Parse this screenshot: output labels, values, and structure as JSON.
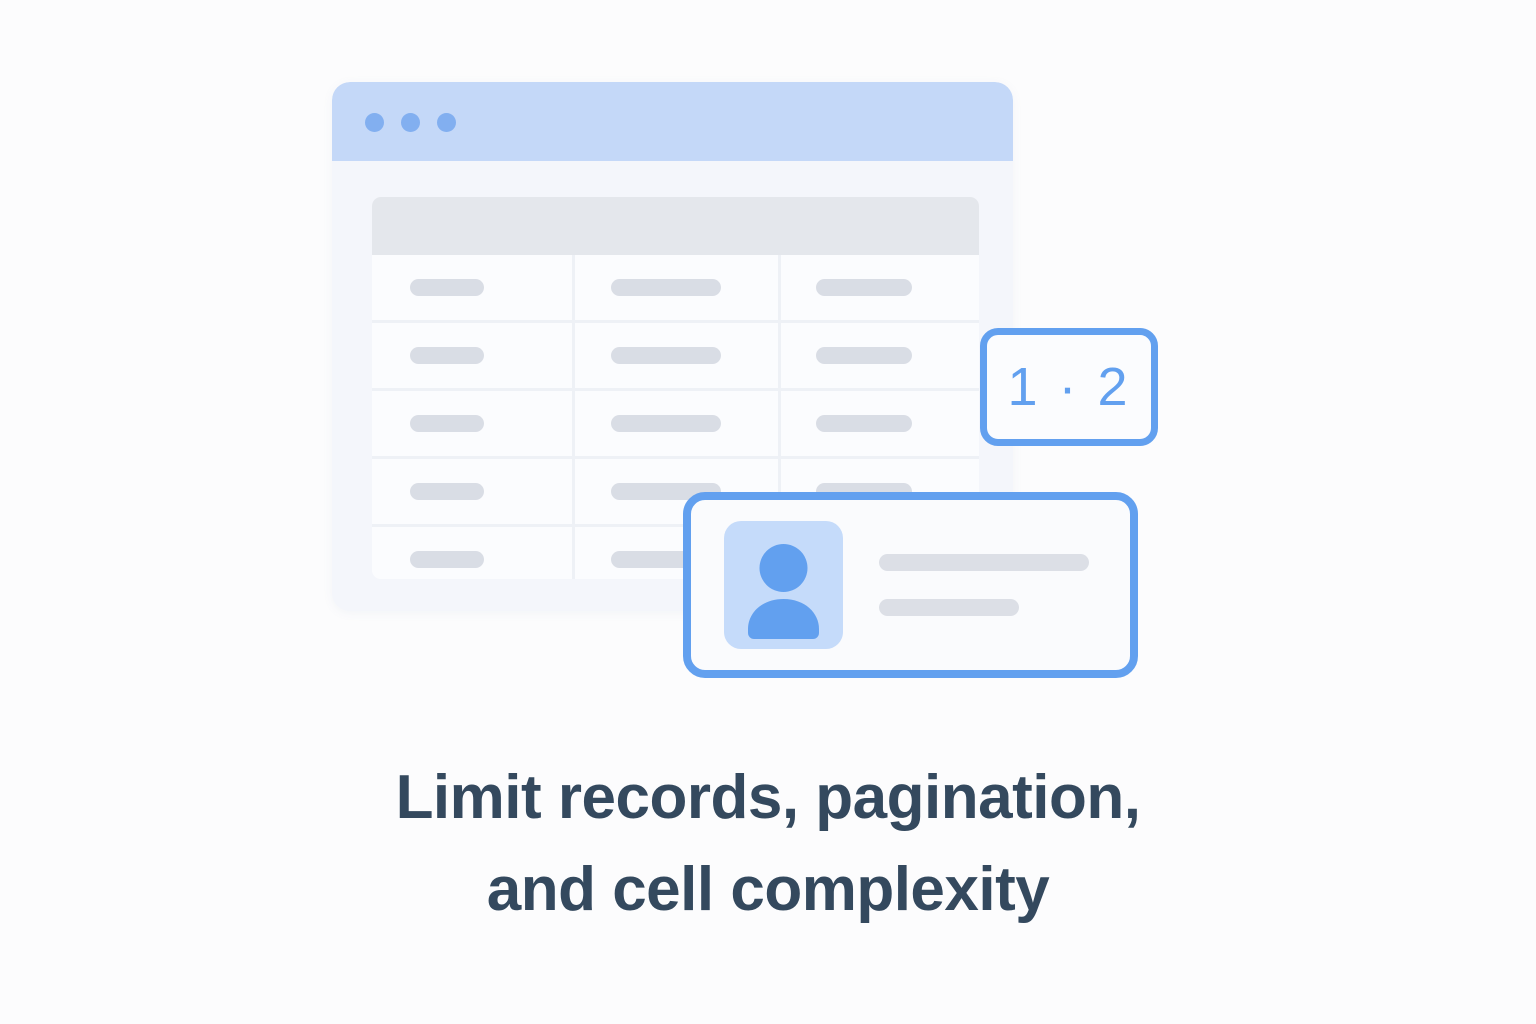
{
  "background_color": "#fcfcfd",
  "accent_color": "#62a0ef",
  "caption": {
    "line1": "Limit records, pagination,",
    "line2": "and cell complexity",
    "color": "#34495e"
  },
  "window": {
    "name": "browser-window-mockup",
    "titlebar_color": "#c4d8f8",
    "body_color": "#f4f6fb",
    "traffic_lights": [
      {
        "name": "window-dot-1",
        "color": "#82aff0"
      },
      {
        "name": "window-dot-2",
        "color": "#82aff0"
      },
      {
        "name": "window-dot-3",
        "color": "#82aff0"
      }
    ],
    "table": {
      "name": "records-table",
      "header_color": "#e4e7ec",
      "columns": [
        "",
        "",
        ""
      ],
      "rows": [
        {
          "cells": [
            "",
            "",
            ""
          ]
        },
        {
          "cells": [
            "",
            "",
            ""
          ]
        },
        {
          "cells": [
            "",
            "",
            ""
          ]
        },
        {
          "cells": [
            "",
            "",
            ""
          ]
        },
        {
          "cells": [
            "",
            "",
            ""
          ]
        }
      ],
      "row_count": 5,
      "column_count": 3,
      "placeholder_color": "#d9dde5"
    }
  },
  "pagination_badge": {
    "name": "pagination-badge",
    "label": "1 · 2",
    "pages": [
      "1",
      "2"
    ],
    "border_color": "#62a0ef",
    "text_color": "#62a0ef"
  },
  "user_card": {
    "name": "record-detail-card",
    "border_color": "#62a0ef",
    "avatar": {
      "icon": "person-avatar-icon",
      "background_color": "#c5dbfa",
      "glyph_color": "#62a0ef"
    },
    "lines": [
      {
        "name": "record-line-primary",
        "color": "#dcdfe6"
      },
      {
        "name": "record-line-secondary",
        "color": "#dcdfe6"
      }
    ]
  }
}
